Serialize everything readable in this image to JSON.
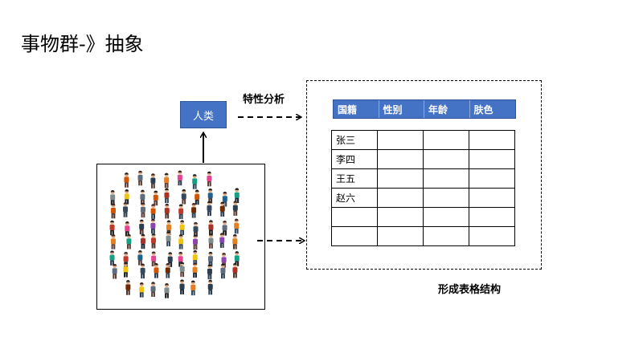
{
  "title": "事物群-》抽象",
  "class_box": {
    "label": "人类"
  },
  "feature_label": "特性分析",
  "result_label": "形成表格结构",
  "table": {
    "headers": [
      "国籍",
      "性别",
      "年龄",
      "肤色"
    ],
    "rows": [
      [
        "张三",
        "",
        "",
        ""
      ],
      [
        "李四",
        "",
        "",
        ""
      ],
      [
        "王五",
        "",
        "",
        ""
      ],
      [
        "赵六",
        "",
        "",
        ""
      ],
      [
        "",
        "",
        "",
        ""
      ],
      [
        "",
        "",
        "",
        ""
      ]
    ]
  },
  "colors": {
    "accent": "#4472c4",
    "accent_border": "#2f5597",
    "line": "#000000"
  },
  "crowd_image": {
    "icon": "crowd-people-illustration"
  }
}
